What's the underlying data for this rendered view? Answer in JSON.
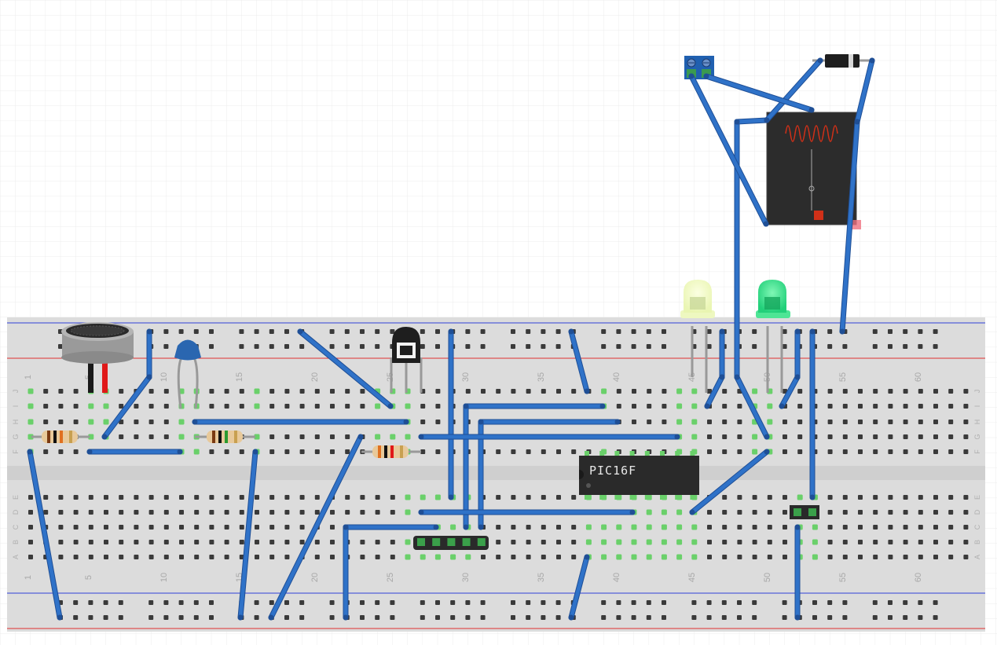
{
  "breadboard": {
    "column_numbers": [
      "1",
      "5",
      "10",
      "15",
      "20",
      "25",
      "30",
      "35",
      "40",
      "45",
      "50",
      "55",
      "60"
    ],
    "row_letters_top": [
      "J",
      "I",
      "H",
      "G",
      "F"
    ],
    "row_letters_bottom": [
      "E",
      "D",
      "C",
      "B",
      "A"
    ]
  },
  "components": {
    "microcontroller": {
      "label": "PIC16F"
    }
  },
  "colors": {
    "wire": "#2f72c8",
    "board": "#dcdcdc",
    "rail_red": "#e03030",
    "rail_blue": "#3040d8",
    "active_hole": "#6ad06a"
  }
}
